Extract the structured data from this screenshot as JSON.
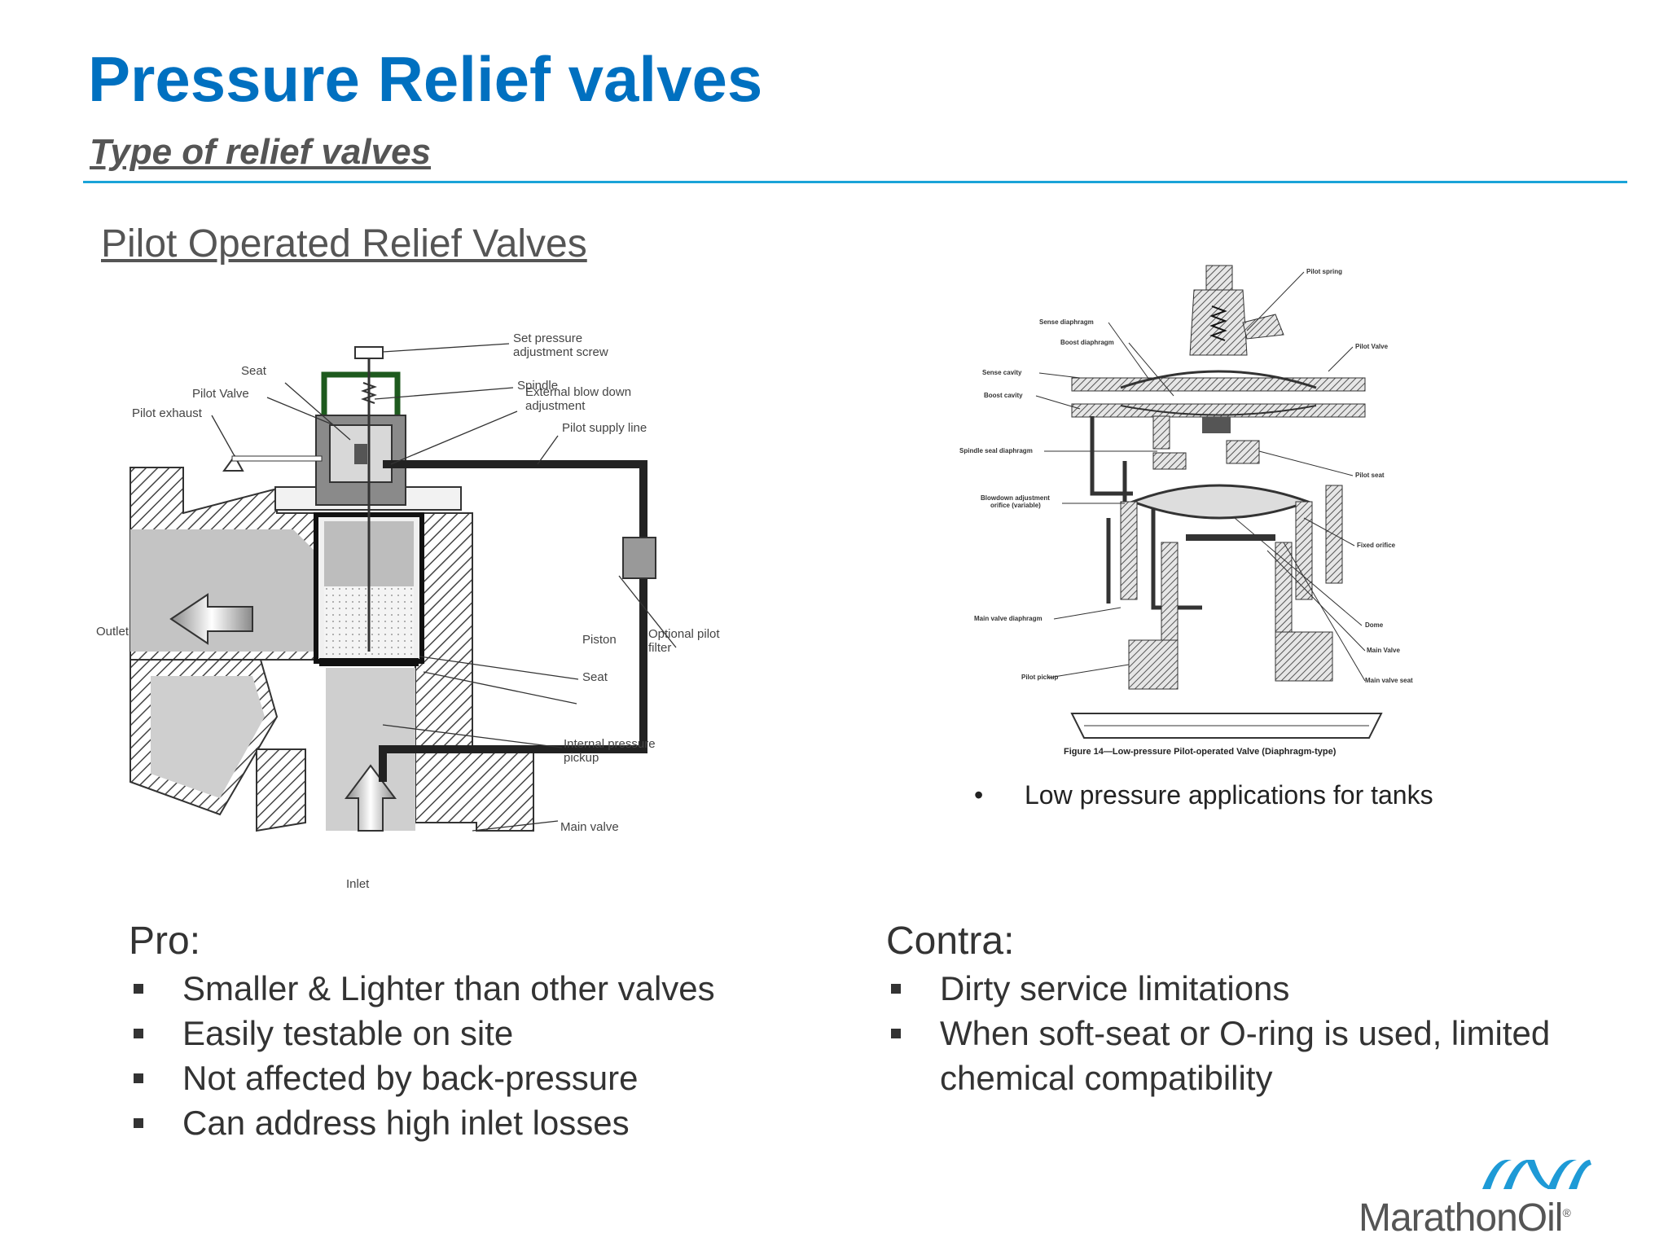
{
  "slide": {
    "title": "Pressure Relief valves",
    "subtitle": "Type of relief valves",
    "section_heading": "Pilot Operated Relief Valves"
  },
  "diagram_left": {
    "labels": {
      "set_pressure": "Set pressure\nadjustment screw",
      "spindle": "Spindle",
      "seat_top": "Seat",
      "pilot_valve": "Pilot Valve",
      "pilot_exhaust": "Pilot exhaust",
      "external_blow_down": "External blow down\nadjustment",
      "pilot_supply_line": "Pilot supply line",
      "outlet": "Outlet",
      "piston": "Piston",
      "optional_pilot_filter": "Optional pilot\nfilter",
      "seat_bottom": "Seat",
      "internal_pressure_pickup": "Internal pressure\npickup",
      "main_valve": "Main valve",
      "inlet": "Inlet"
    }
  },
  "diagram_right": {
    "labels": {
      "pilot_spring": "Pilot spring",
      "sense_diaphragm": "Sense diaphragm",
      "boost_diaphragm": "Boost diaphragm",
      "pilot_valve": "Pilot Valve",
      "sense_cavity": "Sense cavity",
      "boost_cavity": "Boost cavity",
      "spindle_seal_diaphragm": "Spindle seal diaphragm",
      "pilot_seat": "Pilot seat",
      "blowdown_adjustment": "Blowdown adjustment\norifice (variable)",
      "fixed_orifice": "Fixed orifice",
      "main_valve_diaphragm": "Main valve diaphragm",
      "dome": "Dome",
      "main_valve": "Main Valve",
      "pilot_pickup": "Pilot pickup",
      "main_valve_seat": "Main valve seat"
    },
    "caption": "Figure 14—Low-pressure Pilot-operated Valve (Diaphragm-type)",
    "bullet": "Low pressure applications for tanks",
    "bullet_marker": "•"
  },
  "pro": {
    "title": "Pro:",
    "items": [
      "Smaller & Lighter than other valves",
      "Easily testable on site",
      "Not affected by back-pressure",
      "Can address high inlet losses"
    ]
  },
  "contra": {
    "title": "Contra:",
    "items": [
      "Dirty service limitations",
      "When soft-seat or O-ring is used, limited chemical compatibility"
    ]
  },
  "logo": {
    "text": "MarathonOil",
    "mark": "®"
  },
  "colors": {
    "title_blue": "#0070c0",
    "rule_blue": "#1aa3d8",
    "logo_blue": "#1e9ad6",
    "text_gray": "#333333"
  }
}
